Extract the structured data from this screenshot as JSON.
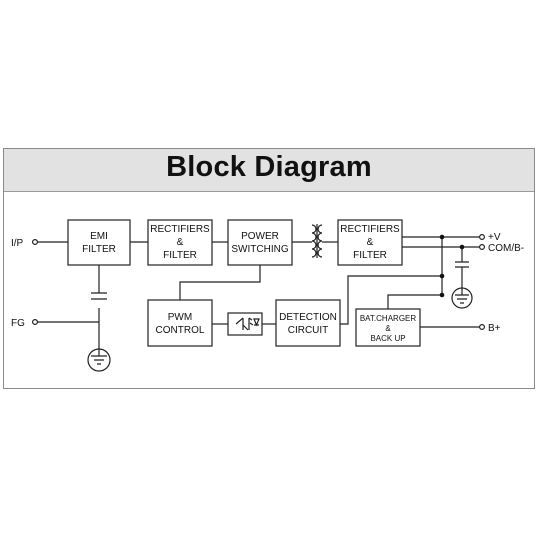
{
  "title": "Block Diagram",
  "terminals": {
    "ip": "I/P",
    "fg": "FG",
    "plus_v": "+V",
    "com_b_minus": "COM/B-",
    "b_plus": "B+"
  },
  "blocks": {
    "emi_filter": [
      "EMI",
      "FILTER"
    ],
    "rectifiers_filter_1": [
      "RECTIFIERS",
      "&",
      "FILTER"
    ],
    "power_switching": [
      "POWER",
      "SWITCHING"
    ],
    "rectifiers_filter_2": [
      "RECTIFIERS",
      "&",
      "FILTER"
    ],
    "pwm_control": [
      "PWM",
      "CONTROL"
    ],
    "detection_circuit": [
      "DETECTION",
      "CIRCUIT"
    ],
    "bat_charger": [
      "BAT.CHARGER",
      "&",
      "BACK UP"
    ]
  }
}
